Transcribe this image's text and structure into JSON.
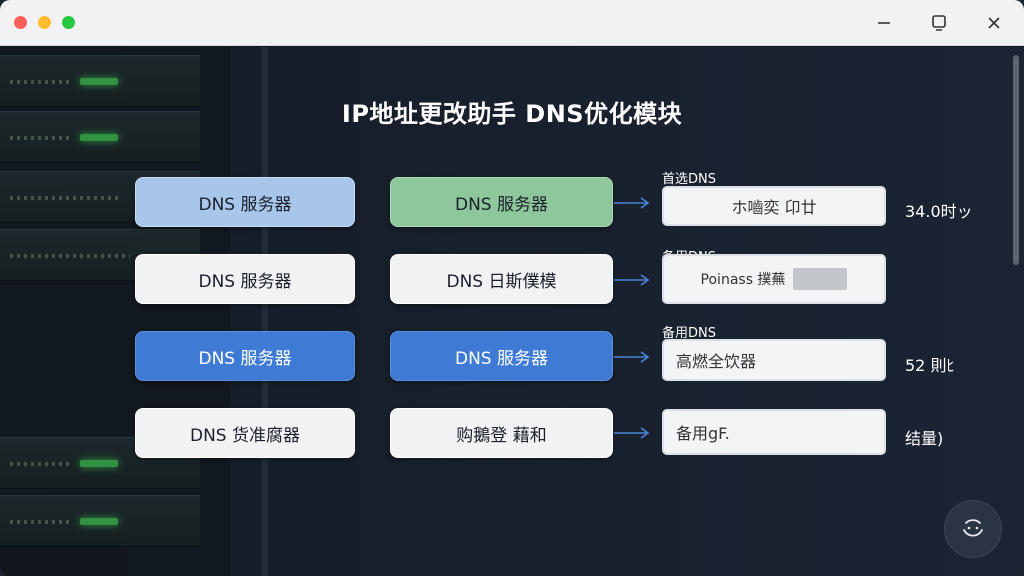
{
  "window": {
    "controls": {
      "minimize_icon": "minimize-icon",
      "maximize_icon": "maximize-icon",
      "close_icon": "close-icon"
    }
  },
  "title": "IP地址更改助手 DNS优化模块",
  "rows": [
    {
      "left_button": "DNS 服务器",
      "middle_button": "DNS 服务器",
      "field_label": "首选DNS",
      "field_value": "ホ嚙奕 卬廿",
      "side_value": "34.0时ッ"
    },
    {
      "left_button": "DNS 服务器",
      "middle_button": "DNS 日斯僕模",
      "field_label": "备用DNS",
      "field_value": "Poinass 撲蕪",
      "side_value": ""
    },
    {
      "left_button": "DNS 服务器",
      "middle_button": "DNS 服务器",
      "field_label": "备用DNS",
      "field_value": "高燃全饮器",
      "side_value": "52 則ﾋ"
    },
    {
      "left_button": "DNS 货准腐器",
      "middle_button": "购鵝登 藉和",
      "field_label": "",
      "field_value": "备用gF.",
      "side_value": "结量)"
    }
  ],
  "colors": {
    "accent_blue": "#3f7bd4",
    "light_blue": "#a8c6ea",
    "green": "#8fc79d",
    "arrow_blue": "#4a86d8"
  },
  "fab_icon": "smiley-icon"
}
